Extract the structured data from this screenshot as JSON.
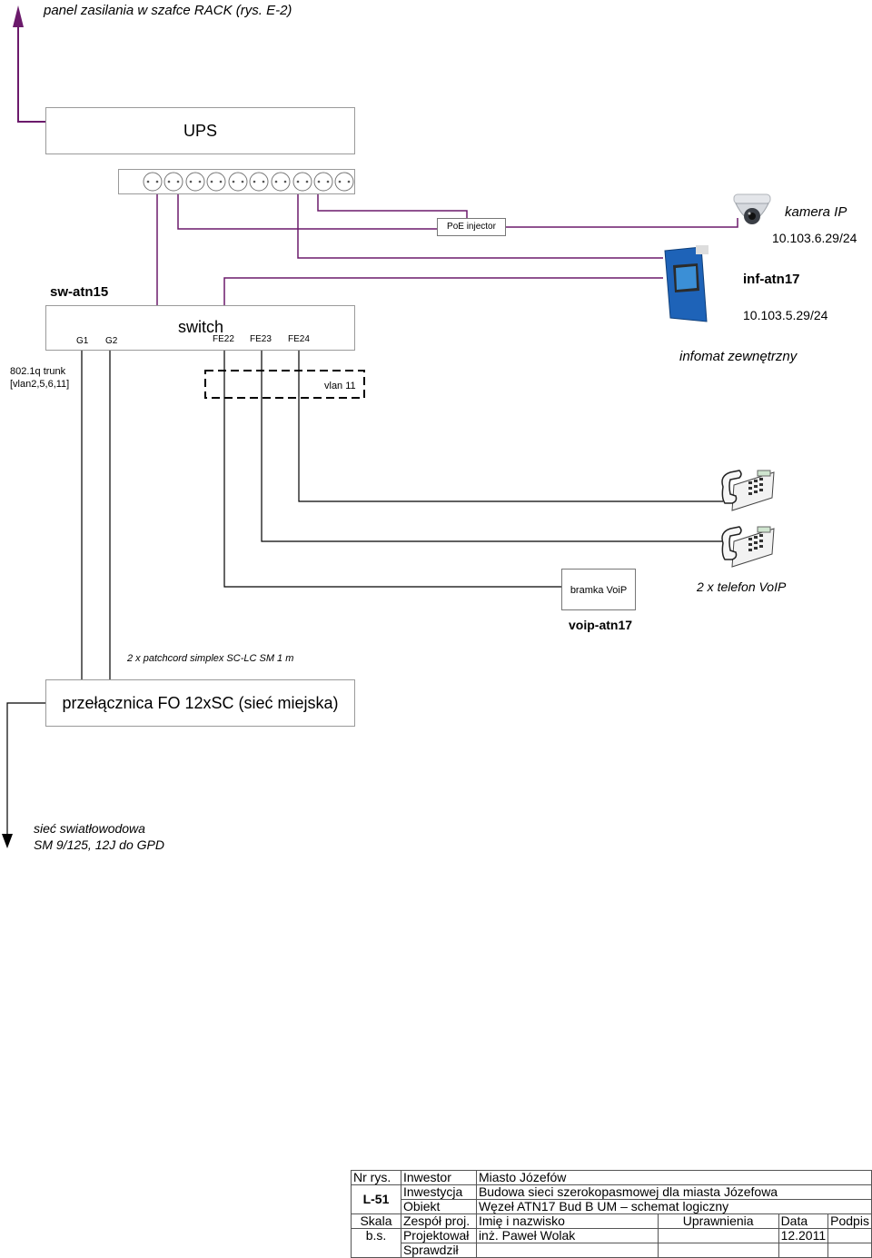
{
  "header": {
    "supply_note": "panel zasilania w szafce RACK (rys. E-2)"
  },
  "ups": {
    "label": "UPS"
  },
  "poe": {
    "label": "PoE injector"
  },
  "camera": {
    "label": "kamera IP",
    "ip": "10.103.6.29/24"
  },
  "infomat": {
    "name": "inf-atn17",
    "ip": "10.103.5.29/24",
    "caption": "infomat zewnętrzny"
  },
  "switch": {
    "hostname": "sw-atn15",
    "label": "switch",
    "ports": {
      "g1": "G1",
      "g2": "G2",
      "fe22": "FE22",
      "fe23": "FE23",
      "fe24": "FE24"
    }
  },
  "trunk": {
    "line1": "802.1q trunk",
    "line2": "[vlan2,5,6,11]"
  },
  "vlan": {
    "label": "vlan 11"
  },
  "voip_gateway": {
    "label": "bramka VoiP",
    "hostname": "voip-atn17"
  },
  "phones": {
    "caption": "2 x telefon VoIP"
  },
  "patchcord": {
    "label": "2 x patchcord simplex SC-LC SM 1 m"
  },
  "fiber_panel": {
    "label": "przełącznica FO 12xSC (sieć miejska)"
  },
  "fiber_network": {
    "line1": "sieć swiatłowodowa",
    "line2": "SM 9/125, 12J do GPD"
  },
  "title_block": {
    "nr_rys_label": "Nr rys.",
    "nr_rys_value": "L-51",
    "inwestor_label": "Inwestor",
    "inwestor_value": "Miasto Józefów",
    "inwestycja_label": "Inwestycja",
    "inwestycja_value": "Budowa sieci szerokopasmowej dla miasta Józefowa",
    "obiekt_label": "Obiekt",
    "obiekt_value": "Węzeł ATN17  Bud B UM – schemat logiczny",
    "skala_label": "Skala",
    "skala_value": "b.s.",
    "zespol_label": "Zespół proj.",
    "imie_label": "Imię i nazwisko",
    "uprawnienia_label": "Uprawnienia",
    "data_label": "Data",
    "podpis_label": "Podpis",
    "projektowal_label": "Projektował",
    "projektowal_value": "inż. Paweł Wolak",
    "data_value": "12.2011",
    "sprawdzil_label": "Sprawdził"
  },
  "colors": {
    "power": "#6b1a6b",
    "wire": "#000000",
    "box_border": "#9a9a9a",
    "camera": "#d0d4da",
    "infomat_blue": "#1e63b8"
  }
}
